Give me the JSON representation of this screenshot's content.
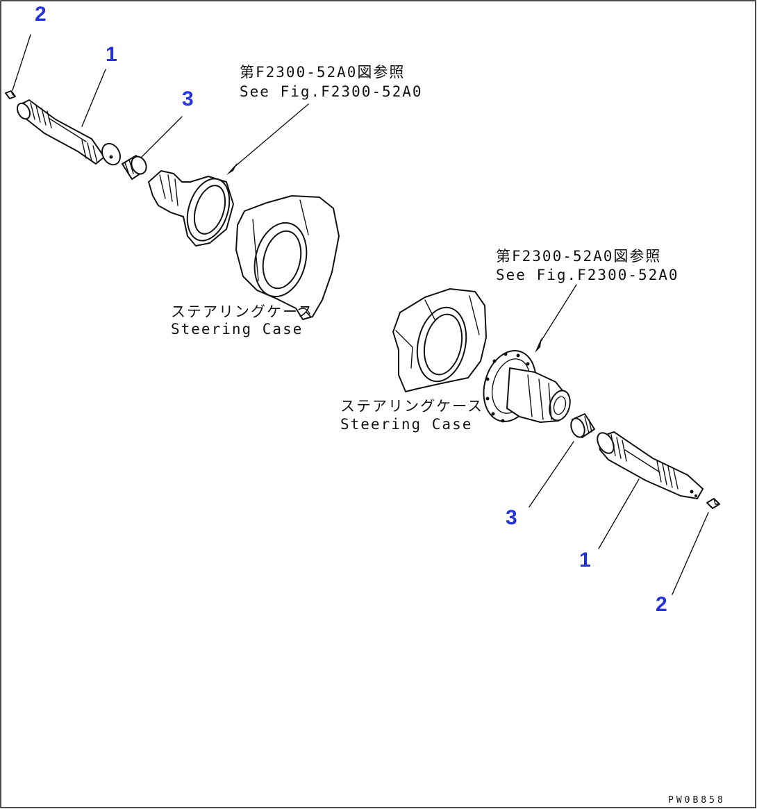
{
  "callouts": {
    "top_left_2": "2",
    "top_left_1": "1",
    "top_left_3": "3",
    "bottom_right_3": "3",
    "bottom_right_1": "1",
    "bottom_right_2": "2"
  },
  "notes": {
    "ref_top_jp": "第F2300-52A0図参照",
    "ref_top_en": "See Fig.F2300-52A0",
    "ref_right_jp": "第F2300-52A0図参照",
    "ref_right_en": "See Fig.F2300-52A0",
    "case_top_jp": "ステアリングケース",
    "case_top_en": "Steering Case",
    "case_bottom_jp": "ステアリングケース",
    "case_bottom_en": "Steering Case"
  },
  "drawing_code": "PW0B858",
  "colors": {
    "callout": "#2233dd",
    "line": "#111111",
    "background": "#ffffff"
  }
}
